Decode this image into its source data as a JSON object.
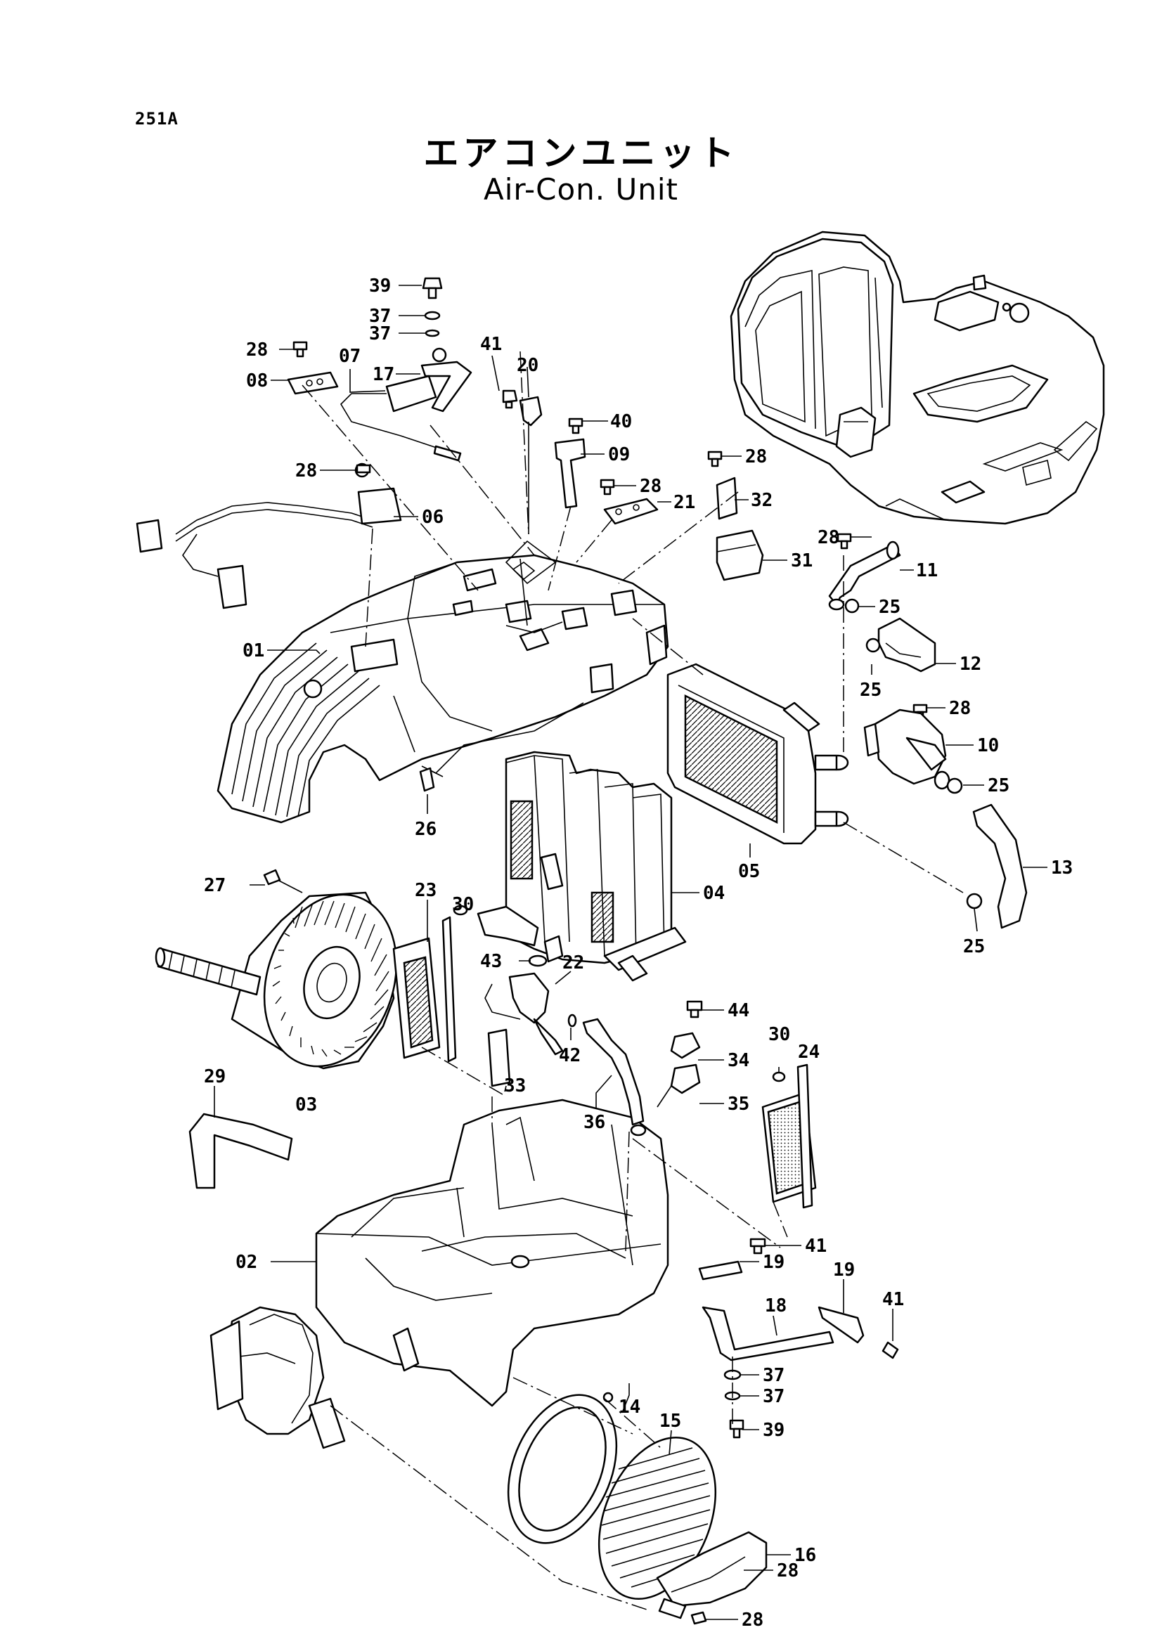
{
  "page_code": "251A",
  "title_ja": "エアコンユニット",
  "title_en": "Air-Con. Unit",
  "callouts": {
    "c39a": "39",
    "c37a": "37",
    "c37b": "37",
    "c28a": "28",
    "c41a": "41",
    "c07": "07",
    "c20": "20",
    "c08": "08",
    "c17": "17",
    "c40": "40",
    "c09": "09",
    "c28b": "28",
    "c28c": "28",
    "c28d": "28",
    "c06": "06",
    "c21": "21",
    "c32": "32",
    "c28e": "28",
    "c31": "31",
    "c11": "11",
    "c25a": "25",
    "c01": "01",
    "c12": "12",
    "c25b": "25",
    "c28f": "28",
    "c10": "10",
    "c25c": "25",
    "c13": "13",
    "c26": "26",
    "c05": "05",
    "c27": "27",
    "c23": "23",
    "c30a": "30",
    "c04": "04",
    "c25d": "25",
    "c43": "43",
    "c22": "22",
    "c44": "44",
    "c42": "42",
    "c30b": "30",
    "c24": "24",
    "c34": "34",
    "c33": "33",
    "c36": "36",
    "c35": "35",
    "c29": "29",
    "c03": "03",
    "c41b": "41",
    "c02": "02",
    "c19a": "19",
    "c19b": "19",
    "c18": "18",
    "c41c": "41",
    "c37c": "37",
    "c37d": "37",
    "c39b": "39",
    "c14": "14",
    "c15": "15",
    "c28g": "28",
    "c16": "16",
    "c28h": "28"
  }
}
